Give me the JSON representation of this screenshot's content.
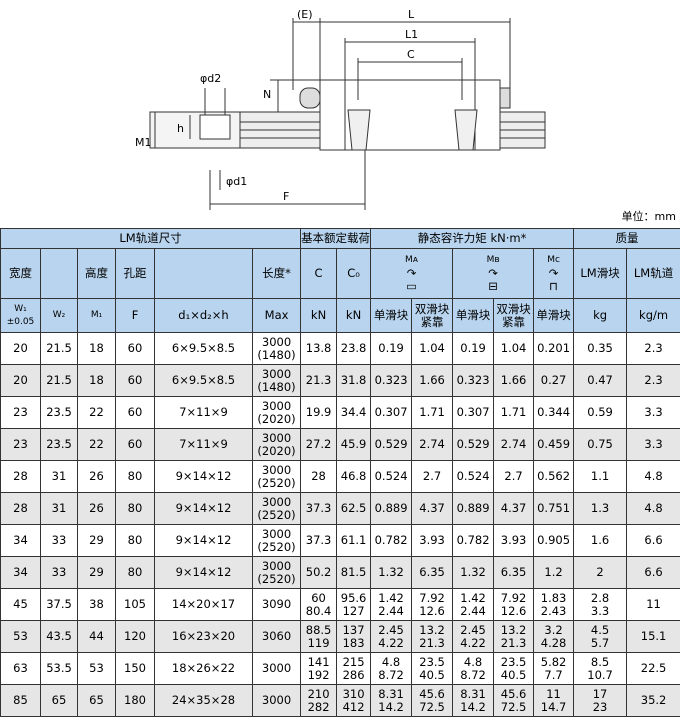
{
  "diagram": {
    "labels": {
      "E": "(E)",
      "L": "L",
      "L1": "L1",
      "C": "C",
      "N": "N",
      "d2": "φd2",
      "h": "h",
      "M1": "M1",
      "d1": "φd1",
      "F": "F"
    }
  },
  "unit": "单位：mm",
  "header": {
    "rail_dims": "LM轨道尺寸",
    "basic_load": "基本额定载荷",
    "static_moment": "静态容许力矩 kN·m*",
    "mass": "质量",
    "width": "宽度",
    "height": "高度",
    "pitch": "孔距",
    "length": "长度*",
    "C": "C",
    "C0": "C₀",
    "MA": "Mᴀ",
    "MB": "Mʙ",
    "MC": "Mᴄ",
    "block_mass": "LM滑块",
    "rail_mass": "LM轨道",
    "W1": "W₁",
    "tol": "±0.05",
    "W2": "W₂",
    "M1": "M₁",
    "F": "F",
    "dims": "d₁×d₂×h",
    "max": "Max",
    "kN1": "kN",
    "kN2": "kN",
    "single1": "单滑块",
    "double1": "双滑块紧靠",
    "single2": "单滑块",
    "double2": "双滑块紧靠",
    "single3": "单滑块",
    "kg": "kg",
    "kgm": "kg/m"
  },
  "rows": [
    [
      "20",
      "21.5",
      "18",
      "60",
      "6×9.5×8.5",
      "3000\n(1480)",
      "13.8",
      "23.8",
      "0.19",
      "1.04",
      "0.19",
      "1.04",
      "0.201",
      "0.35",
      "2.3"
    ],
    [
      "20",
      "21.5",
      "18",
      "60",
      "6×9.5×8.5",
      "3000\n(1480)",
      "21.3",
      "31.8",
      "0.323",
      "1.66",
      "0.323",
      "1.66",
      "0.27",
      "0.47",
      "2.3"
    ],
    [
      "23",
      "23.5",
      "22",
      "60",
      "7×11×9",
      "3000\n(2020)",
      "19.9",
      "34.4",
      "0.307",
      "1.71",
      "0.307",
      "1.71",
      "0.344",
      "0.59",
      "3.3"
    ],
    [
      "23",
      "23.5",
      "22",
      "60",
      "7×11×9",
      "3000\n(2020)",
      "27.2",
      "45.9",
      "0.529",
      "2.74",
      "0.529",
      "2.74",
      "0.459",
      "0.75",
      "3.3"
    ],
    [
      "28",
      "31",
      "26",
      "80",
      "9×14×12",
      "3000\n(2520)",
      "28",
      "46.8",
      "0.524",
      "2.7",
      "0.524",
      "2.7",
      "0.562",
      "1.1",
      "4.8"
    ],
    [
      "28",
      "31",
      "26",
      "80",
      "9×14×12",
      "3000\n(2520)",
      "37.3",
      "62.5",
      "0.889",
      "4.37",
      "0.889",
      "4.37",
      "0.751",
      "1.3",
      "4.8"
    ],
    [
      "34",
      "33",
      "29",
      "80",
      "9×14×12",
      "3000\n(2520)",
      "37.3",
      "61.1",
      "0.782",
      "3.93",
      "0.782",
      "3.93",
      "0.905",
      "1.6",
      "6.6"
    ],
    [
      "34",
      "33",
      "29",
      "80",
      "9×14×12",
      "3000\n(2520)",
      "50.2",
      "81.5",
      "1.32",
      "6.35",
      "1.32",
      "6.35",
      "1.2",
      "2",
      "6.6"
    ],
    [
      "45",
      "37.5",
      "38",
      "105",
      "14×20×17",
      "3090",
      "60\n80.4",
      "95.6\n127",
      "1.42\n2.44",
      "7.92\n12.6",
      "1.42\n2.44",
      "7.92\n12.6",
      "1.83\n2.43",
      "2.8\n3.3",
      "11"
    ],
    [
      "53",
      "43.5",
      "44",
      "120",
      "16×23×20",
      "3060",
      "88.5\n119",
      "137\n183",
      "2.45\n4.22",
      "13.2\n21.3",
      "2.45\n4.22",
      "13.2\n21.3",
      "3.2\n4.28",
      "4.5\n5.7",
      "15.1"
    ],
    [
      "63",
      "53.5",
      "53",
      "150",
      "18×26×22",
      "3000",
      "141\n192",
      "215\n286",
      "4.8\n8.72",
      "23.5\n40.5",
      "4.8\n8.72",
      "23.5\n40.5",
      "5.82\n7.7",
      "8.5\n10.7",
      "22.5"
    ],
    [
      "85",
      "65",
      "65",
      "180",
      "24×35×28",
      "3000",
      "210\n282",
      "310\n412",
      "8.31\n14.2",
      "45.6\n72.5",
      "8.31\n14.2",
      "45.6\n72.5",
      "11\n14.7",
      "17\n23",
      "35.2"
    ]
  ]
}
